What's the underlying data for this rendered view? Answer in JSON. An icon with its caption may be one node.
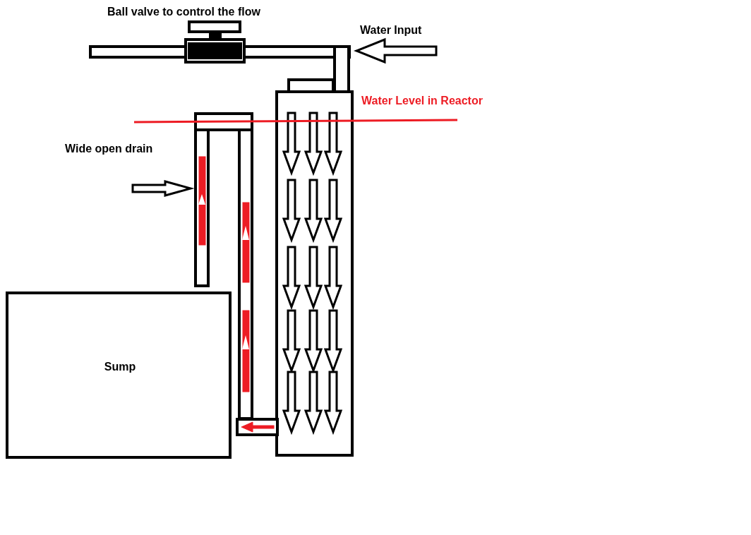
{
  "diagram": {
    "nodes": [
      {
        "text": [
          "Sump"
        ]
      }
    ],
    "labels": [
      "Ball valve to control the flow",
      "Water Input",
      "Water Level in Reactor",
      "Wide open drain"
    ]
  }
}
